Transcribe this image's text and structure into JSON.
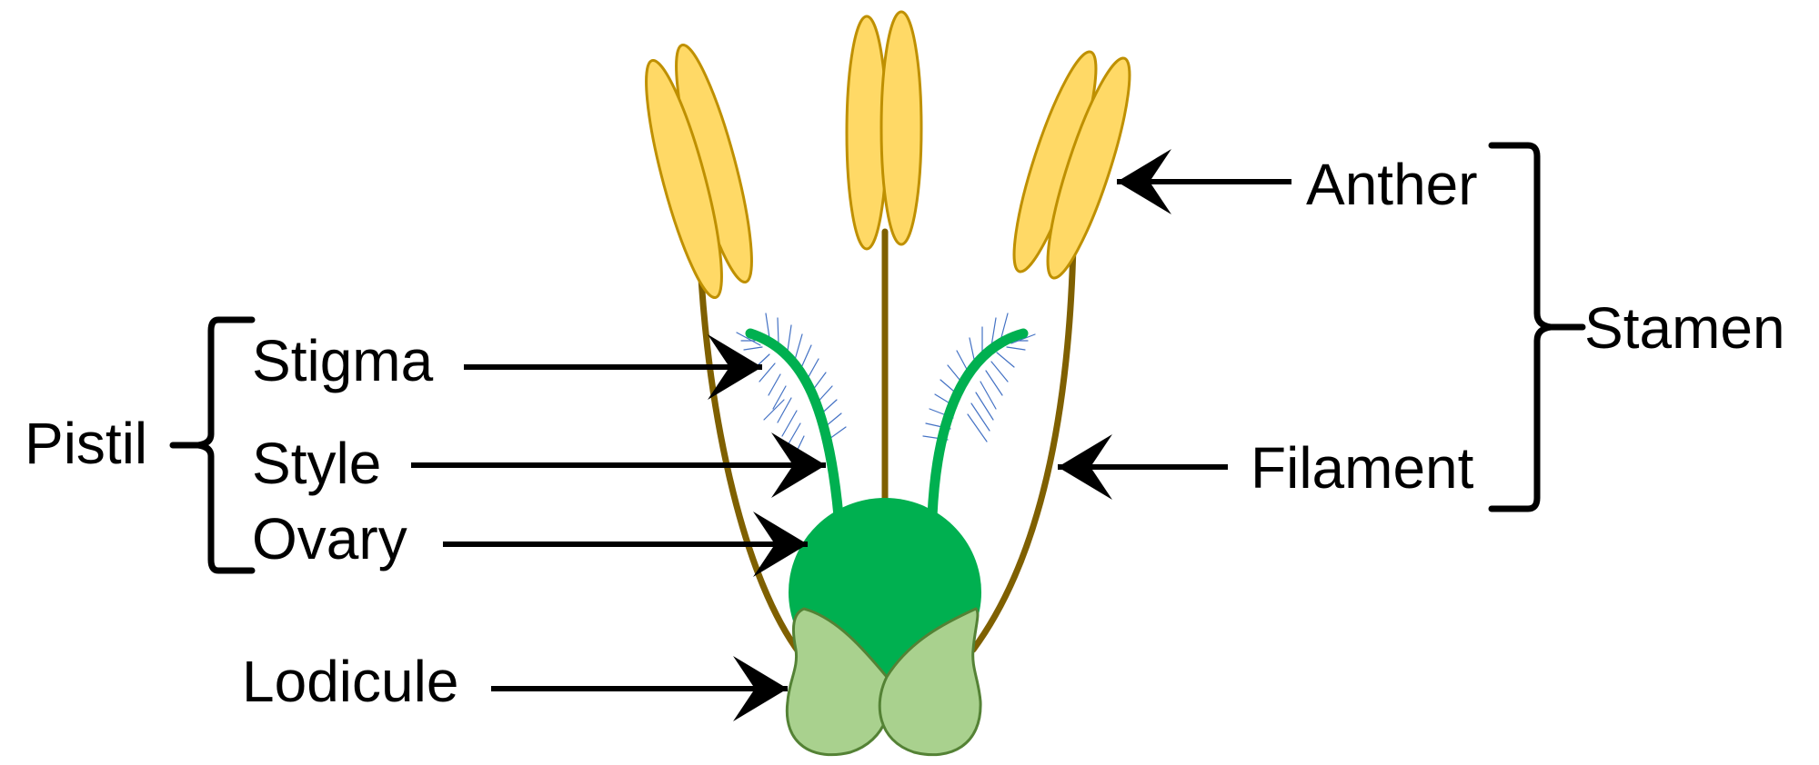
{
  "colors": {
    "anther_fill": "#ffd966",
    "anther_stroke": "#bf9000",
    "filament": "#7f6000",
    "stigma": "#00b050",
    "stigma_hairs": "#4472c4",
    "ovary": "#00b050",
    "lodicule_fill": "#a9d18e",
    "lodicule_stroke": "#548235",
    "arrow": "#000000"
  },
  "labels": {
    "anther": "Anther",
    "stamen": "Stamen",
    "filament": "Filament",
    "stigma": "Stigma",
    "style": "Style",
    "ovary": "Ovary",
    "pistil": "Pistil",
    "lodicule": "Lodicule"
  }
}
